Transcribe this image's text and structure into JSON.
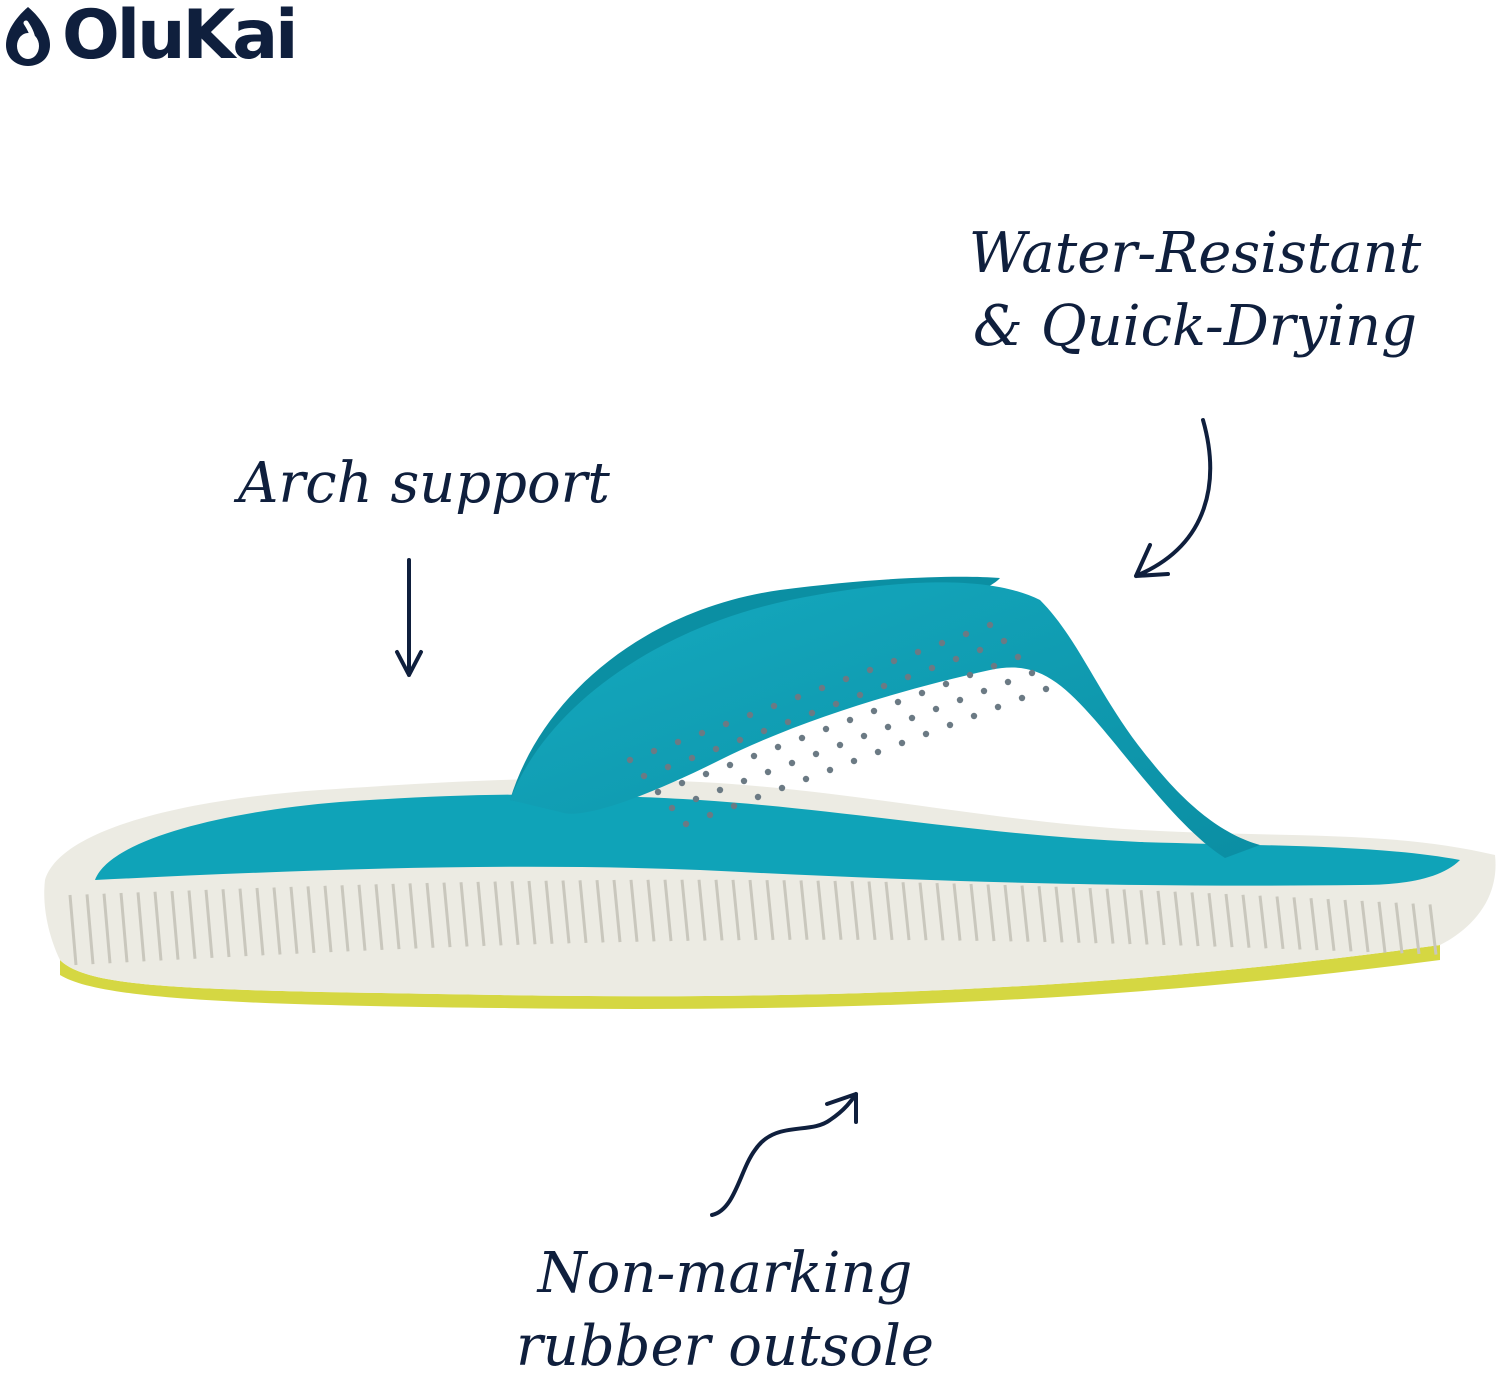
{
  "brand": {
    "name": "OluKai"
  },
  "callouts": {
    "water": {
      "line1": "Water-Resistant",
      "line2": "& Quick-Drying"
    },
    "arch": {
      "text": "Arch support"
    },
    "outsole": {
      "line1": "Non-marking",
      "line2": "rubber outsole"
    }
  },
  "colors": {
    "navy": "#0f1f3d",
    "teal": "#0fa3b8",
    "teal_dark": "#0b8fa3",
    "sole_white": "#ecebe3",
    "outsole_yellow": "#d5d742"
  }
}
